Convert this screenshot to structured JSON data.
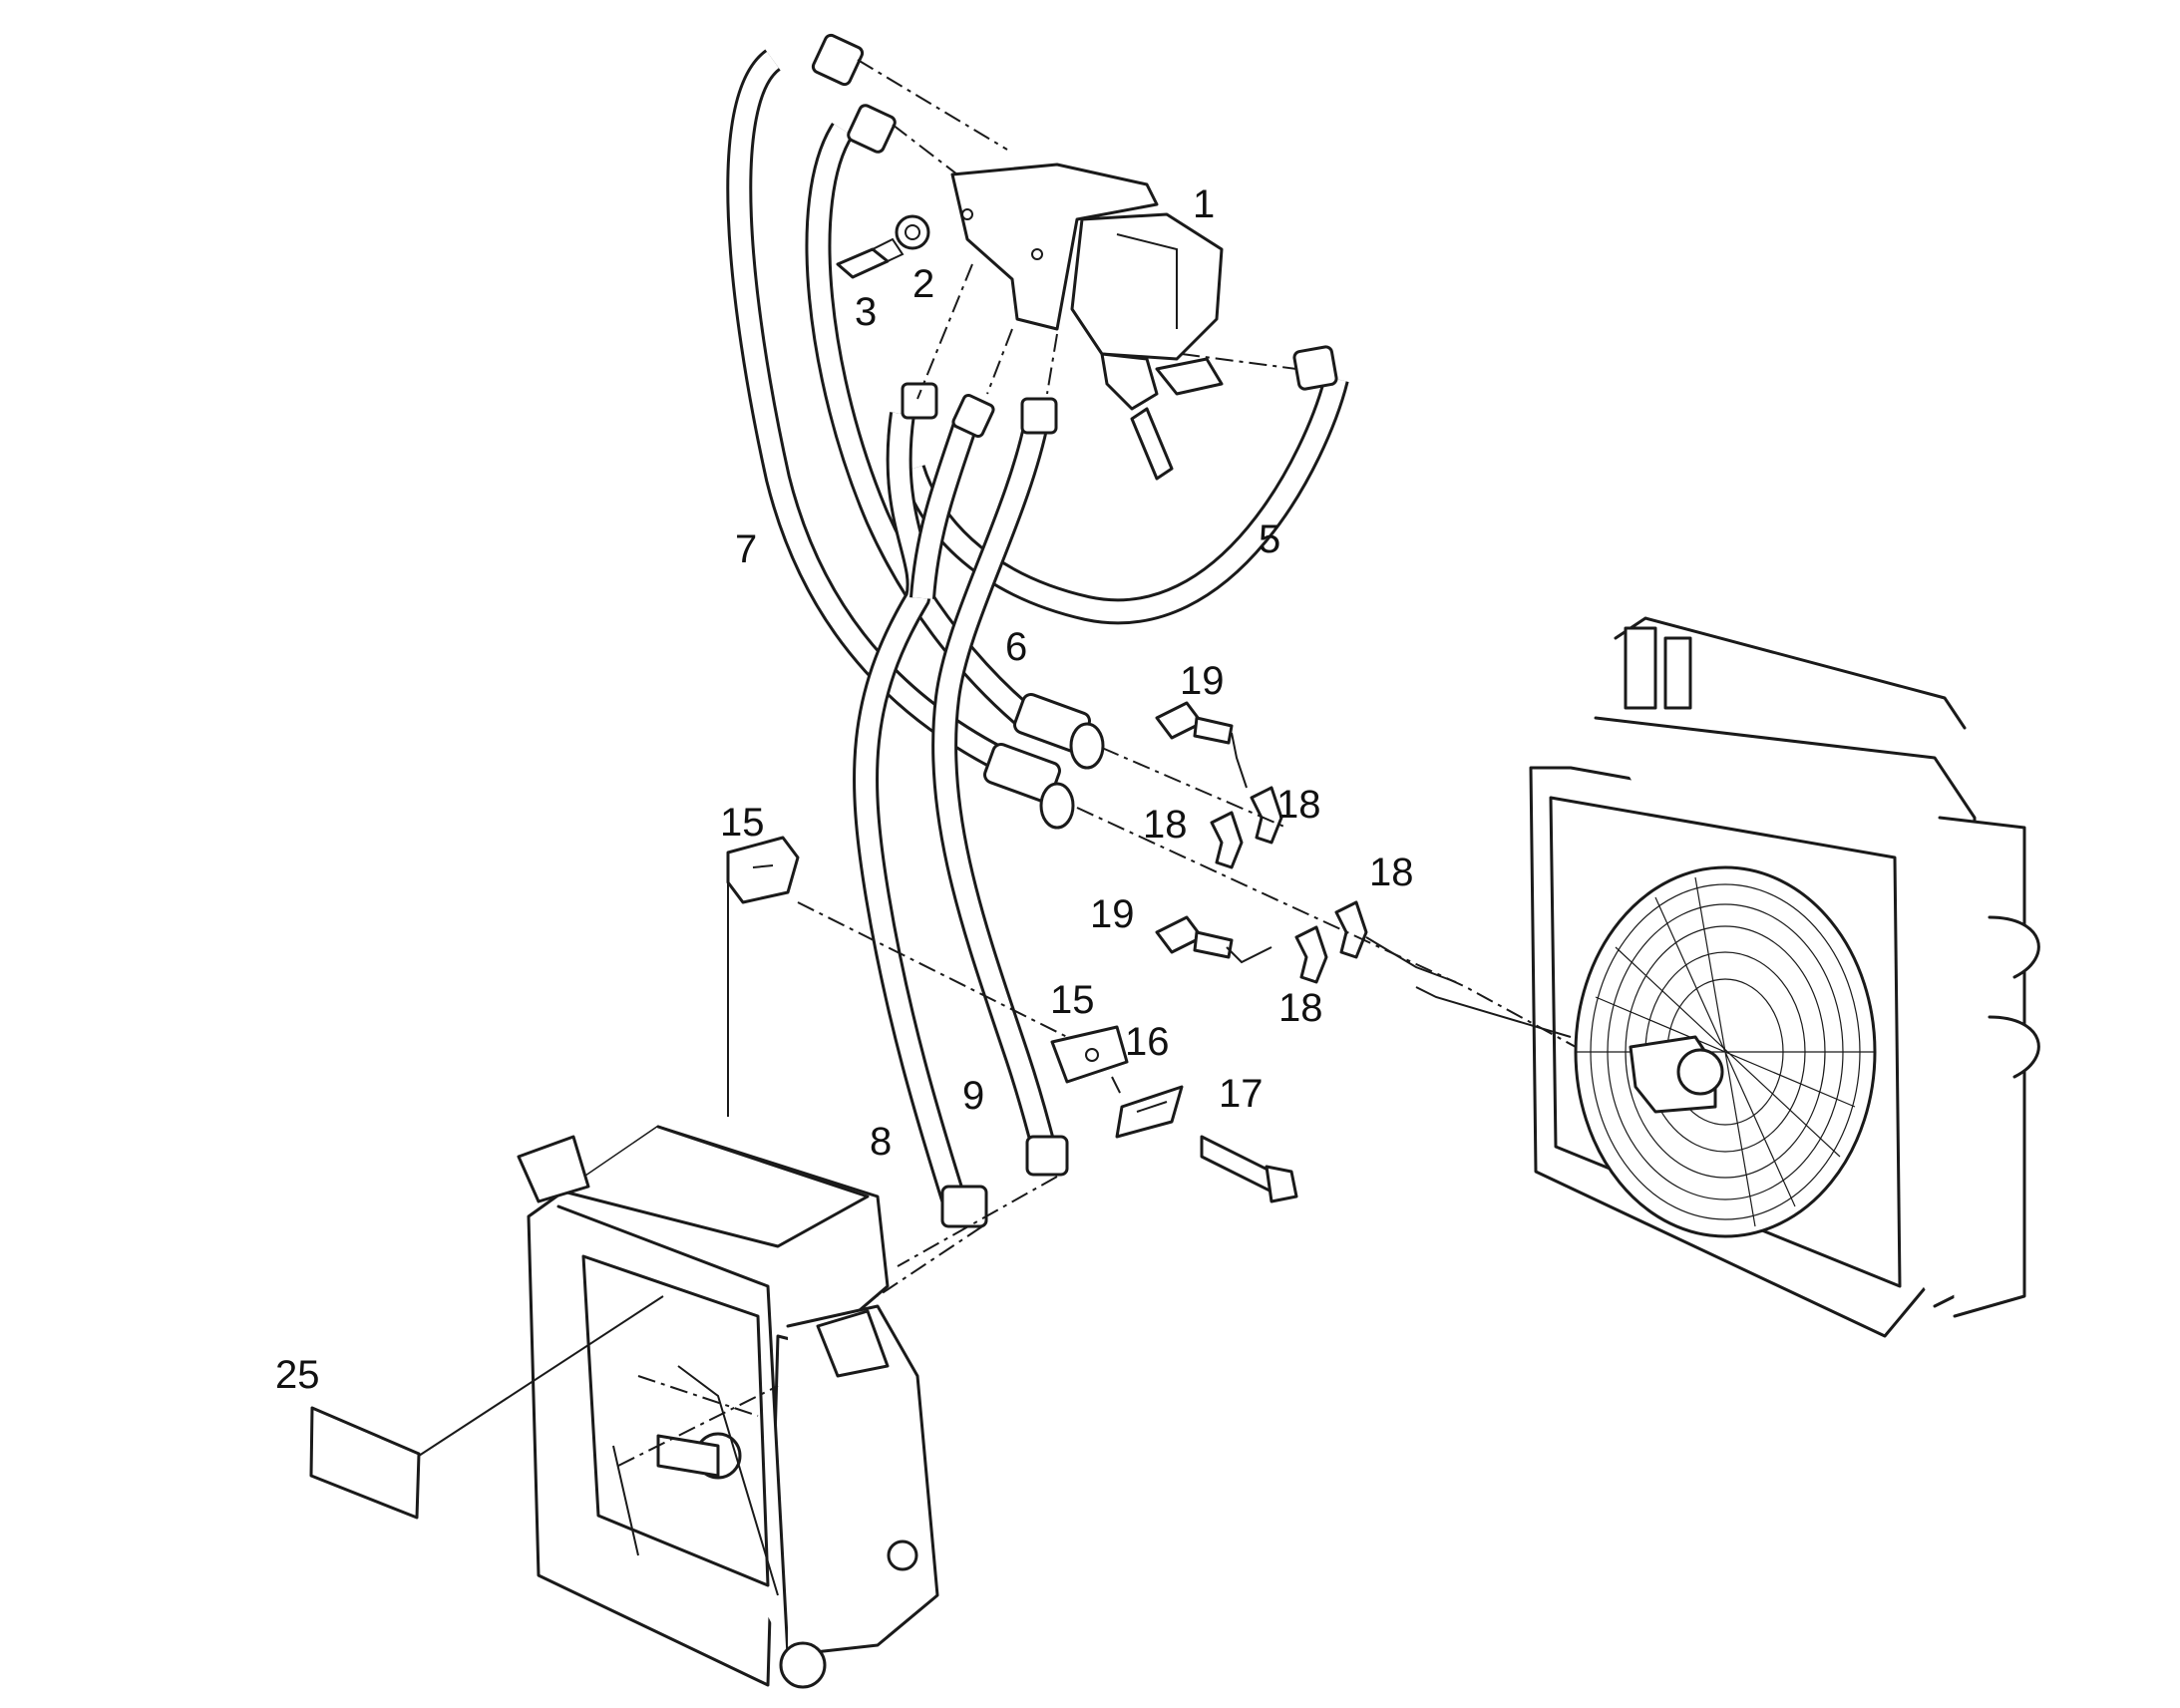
{
  "callouts": {
    "c1": "1",
    "c2": "2",
    "c3": "3",
    "c5": "5",
    "c6": "6",
    "c7": "7",
    "c8": "8",
    "c9": "9",
    "c15a": "15",
    "c15b": "15",
    "c16": "16",
    "c17": "17",
    "c18a": "18",
    "c18b": "18",
    "c18c": "18",
    "c18d": "18",
    "c19a": "19",
    "c19b": "19",
    "c25": "25"
  }
}
